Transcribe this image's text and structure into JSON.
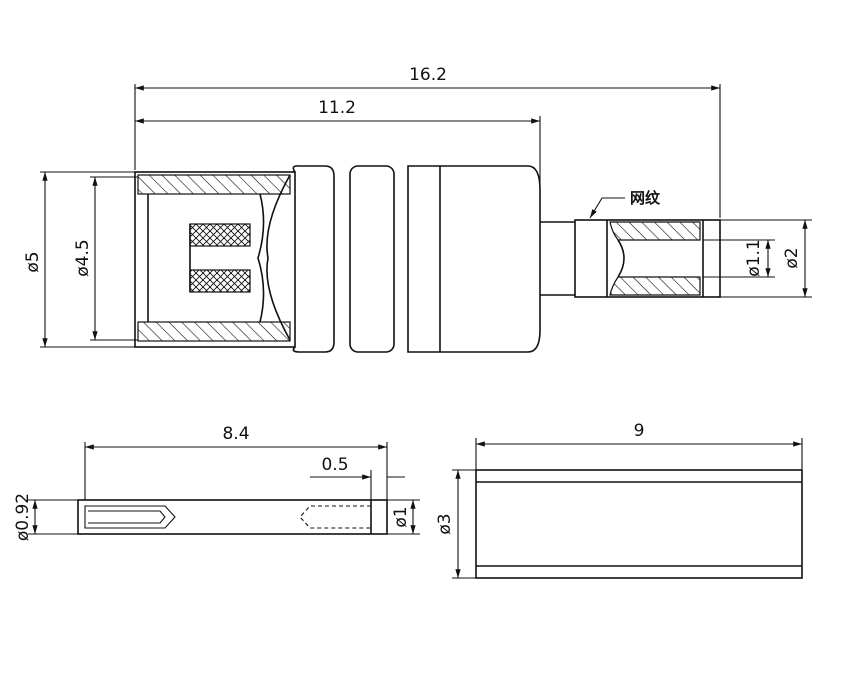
{
  "top_view": {
    "dim_overall": "16.2",
    "dim_body": "11.2",
    "dim_outer_dia": "ø5",
    "dim_inner_dia": "ø4.5",
    "dim_pin_dia": "ø2",
    "dim_bore_dia": "ø1.1",
    "note_knurl": "网纹"
  },
  "pin_view": {
    "dim_length": "8.4",
    "dim_tip": "0.5",
    "dim_dia_left": "ø0.92",
    "dim_dia_right": "ø1"
  },
  "sleeve_view": {
    "dim_length": "9",
    "dim_dia": "ø3"
  }
}
